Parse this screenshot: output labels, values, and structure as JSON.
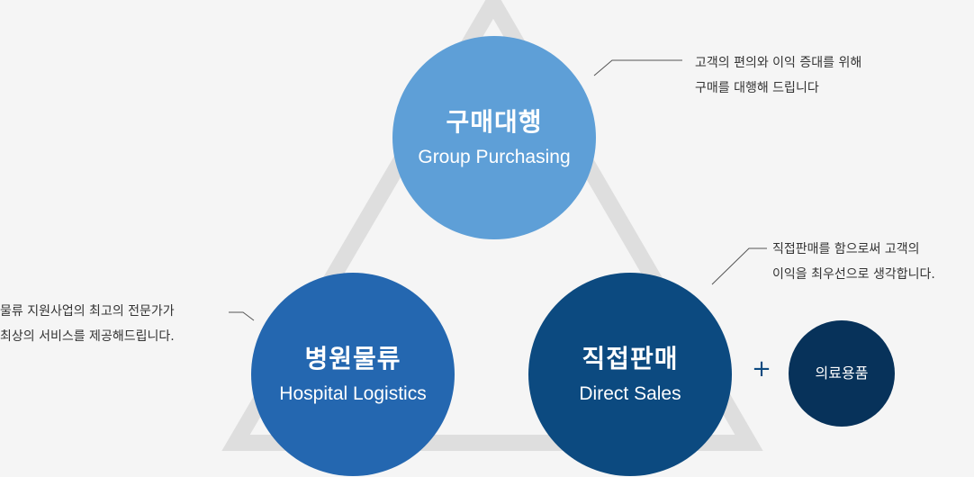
{
  "colors": {
    "background": "#f5f5f5",
    "triangle": "#dedede",
    "purchasing": "#5e9fd7",
    "logistics": "#2467b0",
    "sales": "#0c4a80",
    "medical": "#07325a",
    "text": "#333333"
  },
  "purchasing": {
    "title": "구매대행",
    "subtitle": "Group Purchasing",
    "desc_line1": "고객의 편의와 이익 증대를 위해",
    "desc_line2": "구매를 대행해 드립니다"
  },
  "logistics": {
    "title": "병원물류",
    "subtitle": "Hospital Logistics",
    "desc_line1": "물류 지원사업의 최고의 전문가가",
    "desc_line2": "최상의 서비스를 제공해드립니다."
  },
  "sales": {
    "title": "직접판매",
    "subtitle": "Direct Sales",
    "desc_line1": "직접판매를 함으로써 고객의",
    "desc_line2": "이익을 최우선으로 생각합니다."
  },
  "plus_symbol": "+",
  "medical": {
    "title": "의료용품"
  }
}
